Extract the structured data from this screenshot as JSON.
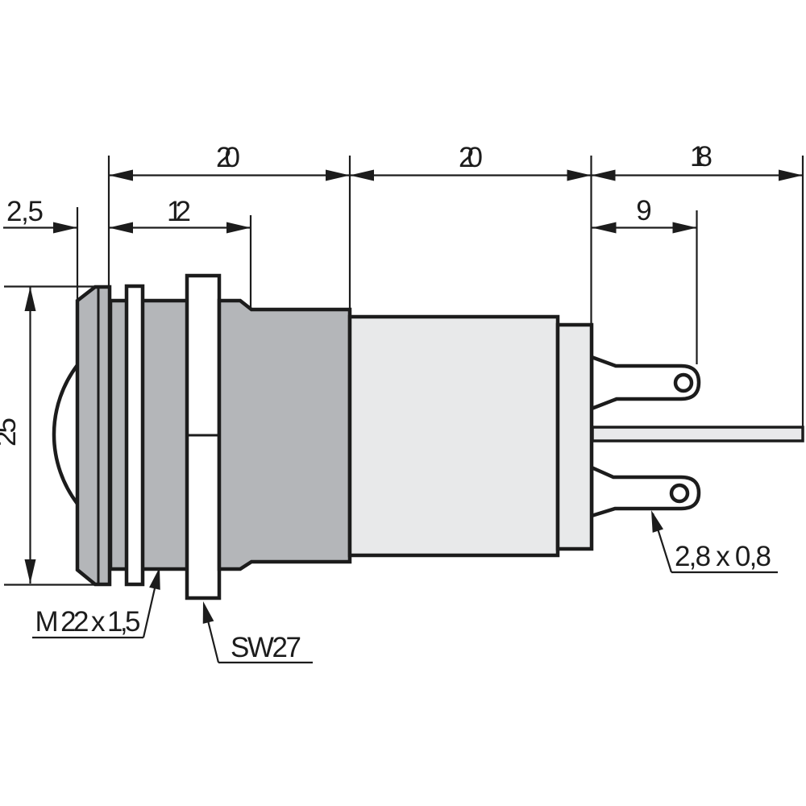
{
  "dimensions": {
    "front_length": "20",
    "rear_length": "20",
    "terminal_length": "18",
    "bezel_depth": "2,5",
    "thread_length": "12",
    "hole_offset": "9",
    "bezel_diameter": "25"
  },
  "labels": {
    "thread_spec": "M 22 x 1,5",
    "wrench_size": "SW27",
    "terminal_size": "2,8 x 0,8"
  },
  "colors": {
    "outline": "#1c1c1c",
    "body_gray": "#b4b6b9",
    "light_gray": "#e8e9ea",
    "background": "#ffffff"
  }
}
